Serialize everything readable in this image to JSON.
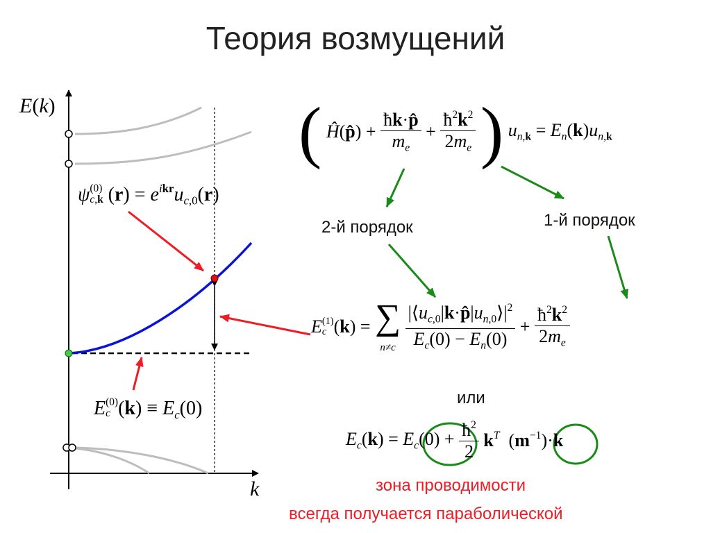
{
  "title": "Теория возмущений",
  "axes": {
    "y_label": "E(k)",
    "x_label": "k"
  },
  "annotations": {
    "wavefunction": "ψ_c,k^(0)(r) = e^ikr u_c,0(r)",
    "zero_energy": "E_c^(0)(k) ≡ E_c(0)"
  },
  "equations": {
    "hamiltonian": "(Ĥ(p̂) + ħk·p̂/m_e + ħ²k²/2m_e) u_n,k = E_n(k) u_n,k",
    "second_order": "E_c^(1)(k) = Σ_(n≠c) |⟨u_c,0|k·p̂|u_n,0⟩|² / (E_c(0) − E_n(0)) + ħ²k²/2m_e",
    "effective_mass": "E_c(k) = E_c(0) + ħ²/2 k^T (m^−1) k"
  },
  "labels": {
    "second_order": "2-й порядок",
    "first_order": "1-й порядок",
    "or": "или"
  },
  "conclusion": {
    "line1": "зона проводимости",
    "line2": "всегда получается параболической"
  },
  "colors": {
    "band_blue": "#0a14d8",
    "arrow_red": "#ee1c25",
    "arrow_green": "#1a8a1a",
    "band_gray": "#bdbdbd",
    "point_green": "#3fd13f",
    "point_red": "#e01010"
  }
}
